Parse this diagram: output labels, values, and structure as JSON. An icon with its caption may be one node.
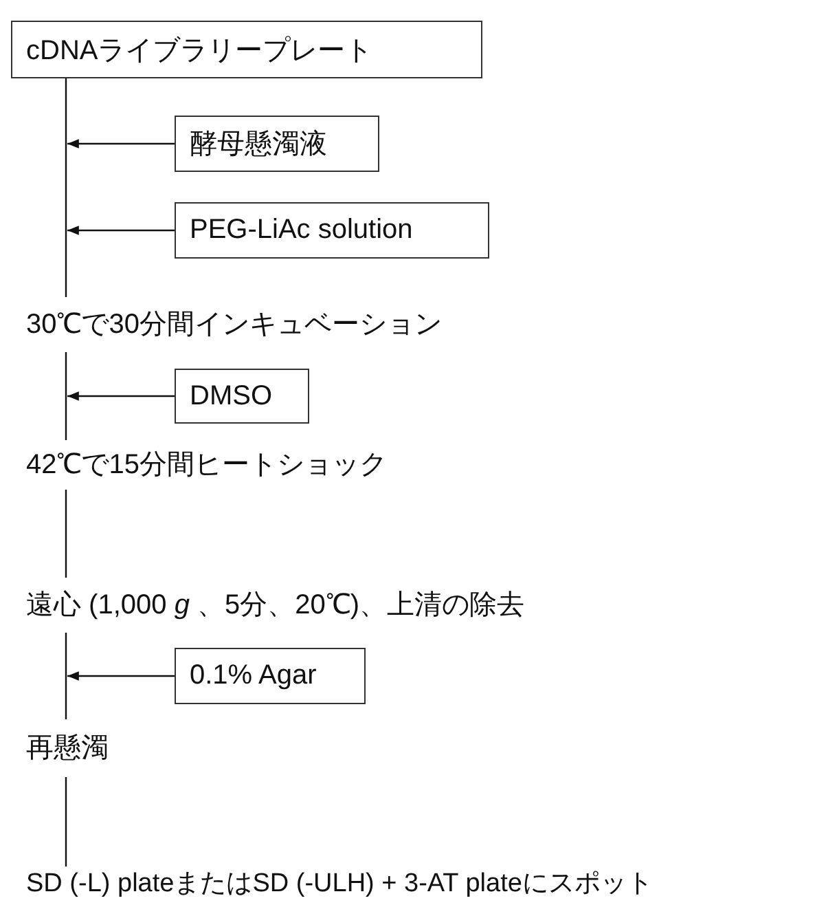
{
  "diagram": {
    "nodes": [
      {
        "text": [
          "cDNAライブラリープレート"
        ]
      },
      {
        "text": [
          "酵母懸濁液"
        ]
      },
      {
        "text": [
          "PEG-LiAc solution"
        ]
      },
      {
        "text": [
          "30℃で30分間インキュベーション"
        ]
      },
      {
        "text": [
          "DMSO"
        ]
      },
      {
        "text": [
          "42℃で15分間ヒートショック"
        ]
      },
      {
        "text": [
          "遠心 (1,000 *g* 、5分、20℃)、上清の除去"
        ]
      },
      {
        "text": [
          "0.1% Agar"
        ]
      },
      {
        "text": [
          "再懸濁"
        ]
      },
      {
        "text": [
          "SD (-L) plateまたはSD (-ULH) + 3-AT plateにスポット"
        ]
      }
    ],
    "edges": [
      {
        "from": 0,
        "to": 3,
        "arrow": "none"
      },
      {
        "from": 1,
        "to": null,
        "arrow": "to"
      },
      {
        "from": 2,
        "to": null,
        "arrow": "to"
      },
      {
        "from": 3,
        "to": 5,
        "arrow": "none"
      },
      {
        "from": 4,
        "to": null,
        "arrow": "to"
      },
      {
        "from": 5,
        "to": 6,
        "arrow": "none"
      },
      {
        "from": 7,
        "to": null,
        "arrow": "to"
      },
      {
        "from": 6,
        "to": 8,
        "arrow": "none"
      },
      {
        "from": 8,
        "to": 9,
        "arrow": "none"
      }
    ]
  }
}
